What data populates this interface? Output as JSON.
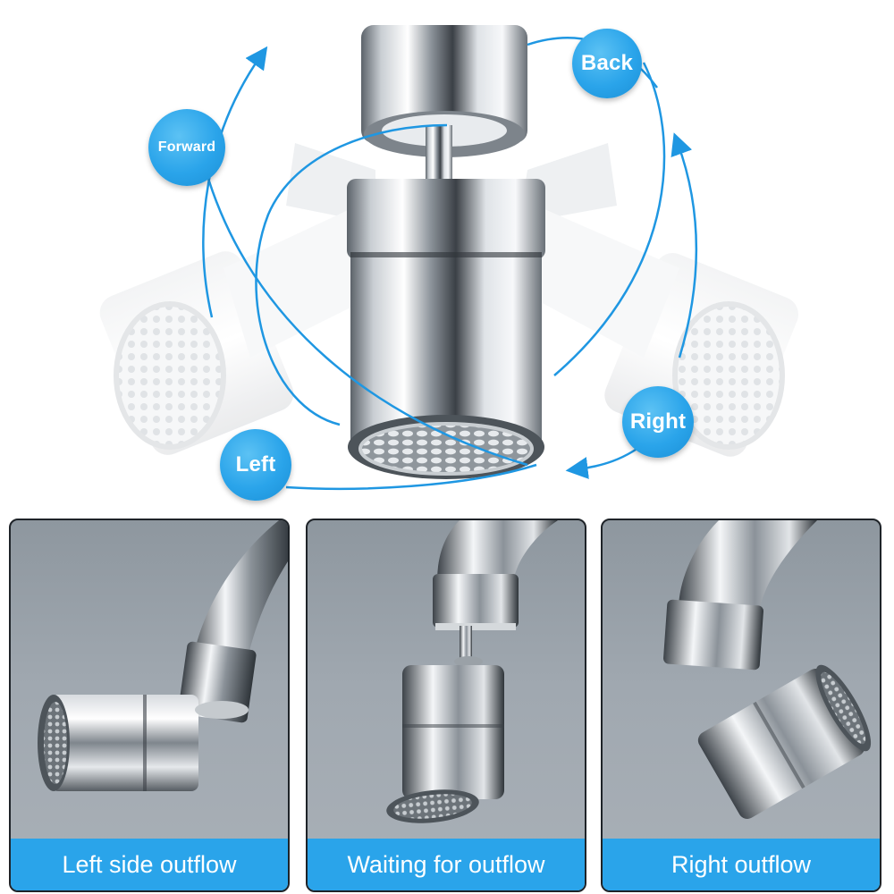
{
  "hero": {
    "labels": {
      "back": "Back",
      "forward": "Forward",
      "left": "Left",
      "right": "Right"
    }
  },
  "panels": [
    {
      "caption": "Left side outflow"
    },
    {
      "caption": "Waiting for outflow"
    },
    {
      "caption": "Right outflow"
    }
  ],
  "colors": {
    "accent_blue": "#2aa4ea",
    "panel_background": "#a0a8b0",
    "chrome_highlight": "#f4f6f8",
    "chrome_shadow": "#4b5157"
  },
  "icons": [
    "rotation-arrow-icon",
    "faucet-aerator-icon"
  ]
}
